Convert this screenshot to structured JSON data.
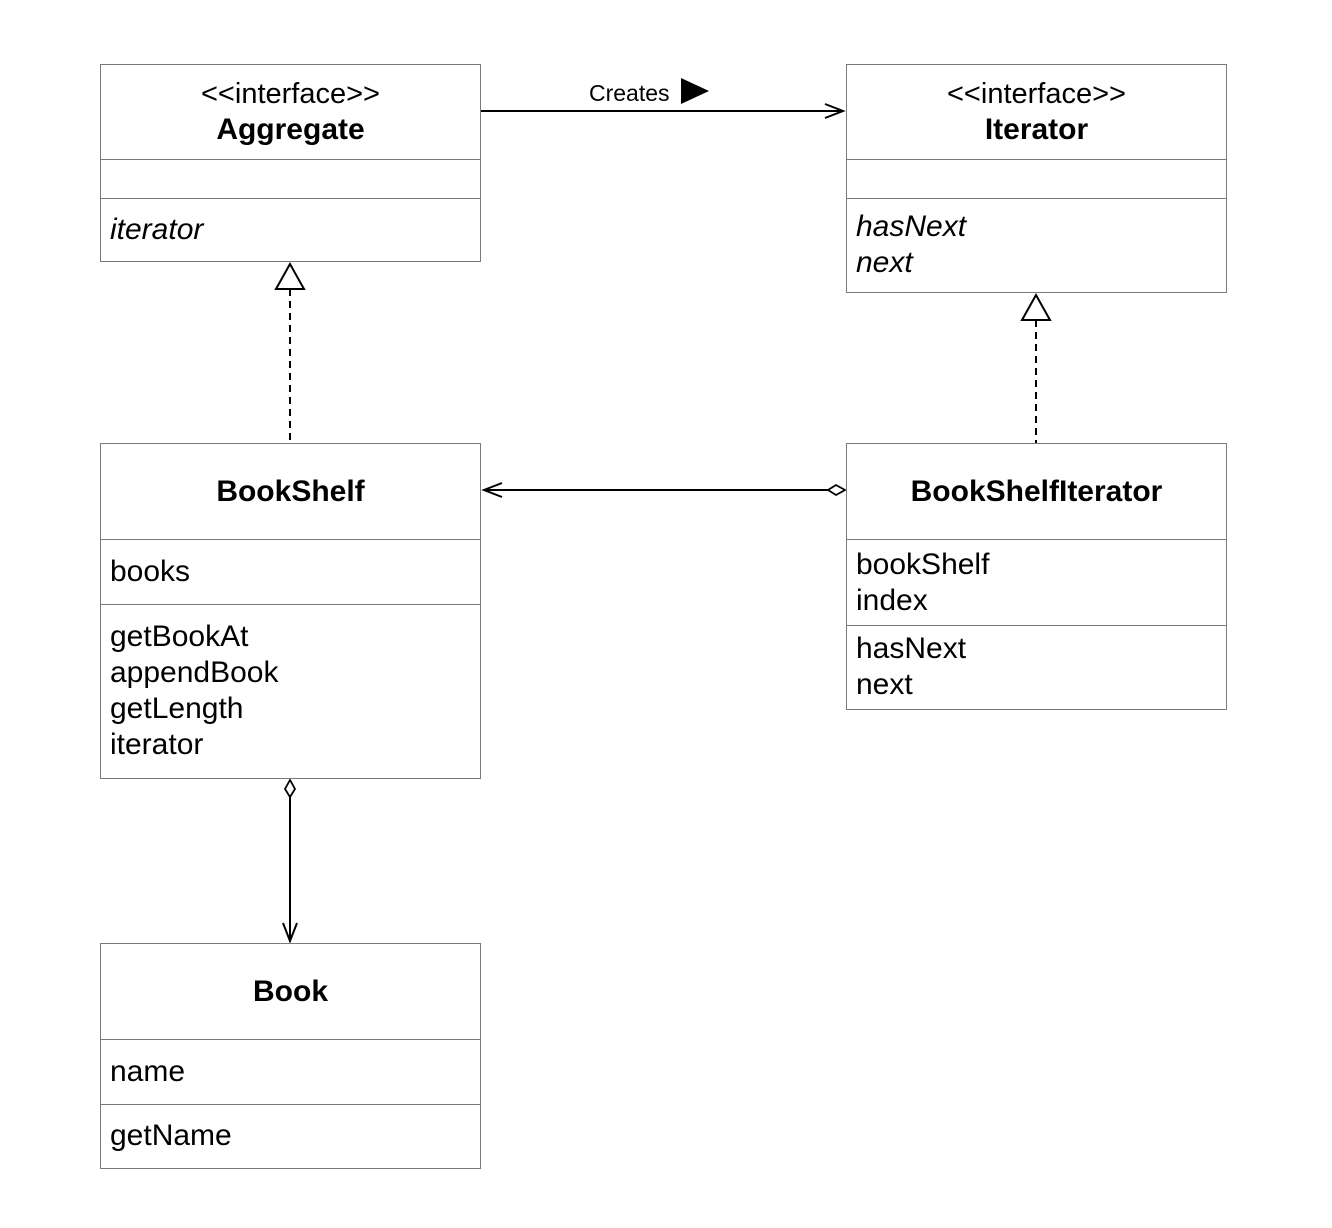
{
  "relations": {
    "creates_label": "Creates"
  },
  "classes": {
    "aggregate": {
      "stereotype": "<<interface>>",
      "name": "Aggregate",
      "methods": [
        "iterator"
      ]
    },
    "iterator": {
      "stereotype": "<<interface>>",
      "name": "Iterator",
      "methods": [
        "hasNext",
        "next"
      ]
    },
    "bookshelf": {
      "name": "BookShelf",
      "fields": [
        "books"
      ],
      "methods": [
        "getBookAt",
        "appendBook",
        "getLength",
        "iterator"
      ]
    },
    "bookshelf_iterator": {
      "name": "BookShelfIterator",
      "fields": [
        "bookShelf",
        "index"
      ],
      "methods": [
        "hasNext",
        "next"
      ]
    },
    "book": {
      "name": "Book",
      "fields": [
        "name"
      ],
      "methods": [
        "getName"
      ]
    }
  },
  "colors": {
    "box_border": "#7a7a7a",
    "line": "#000000"
  }
}
